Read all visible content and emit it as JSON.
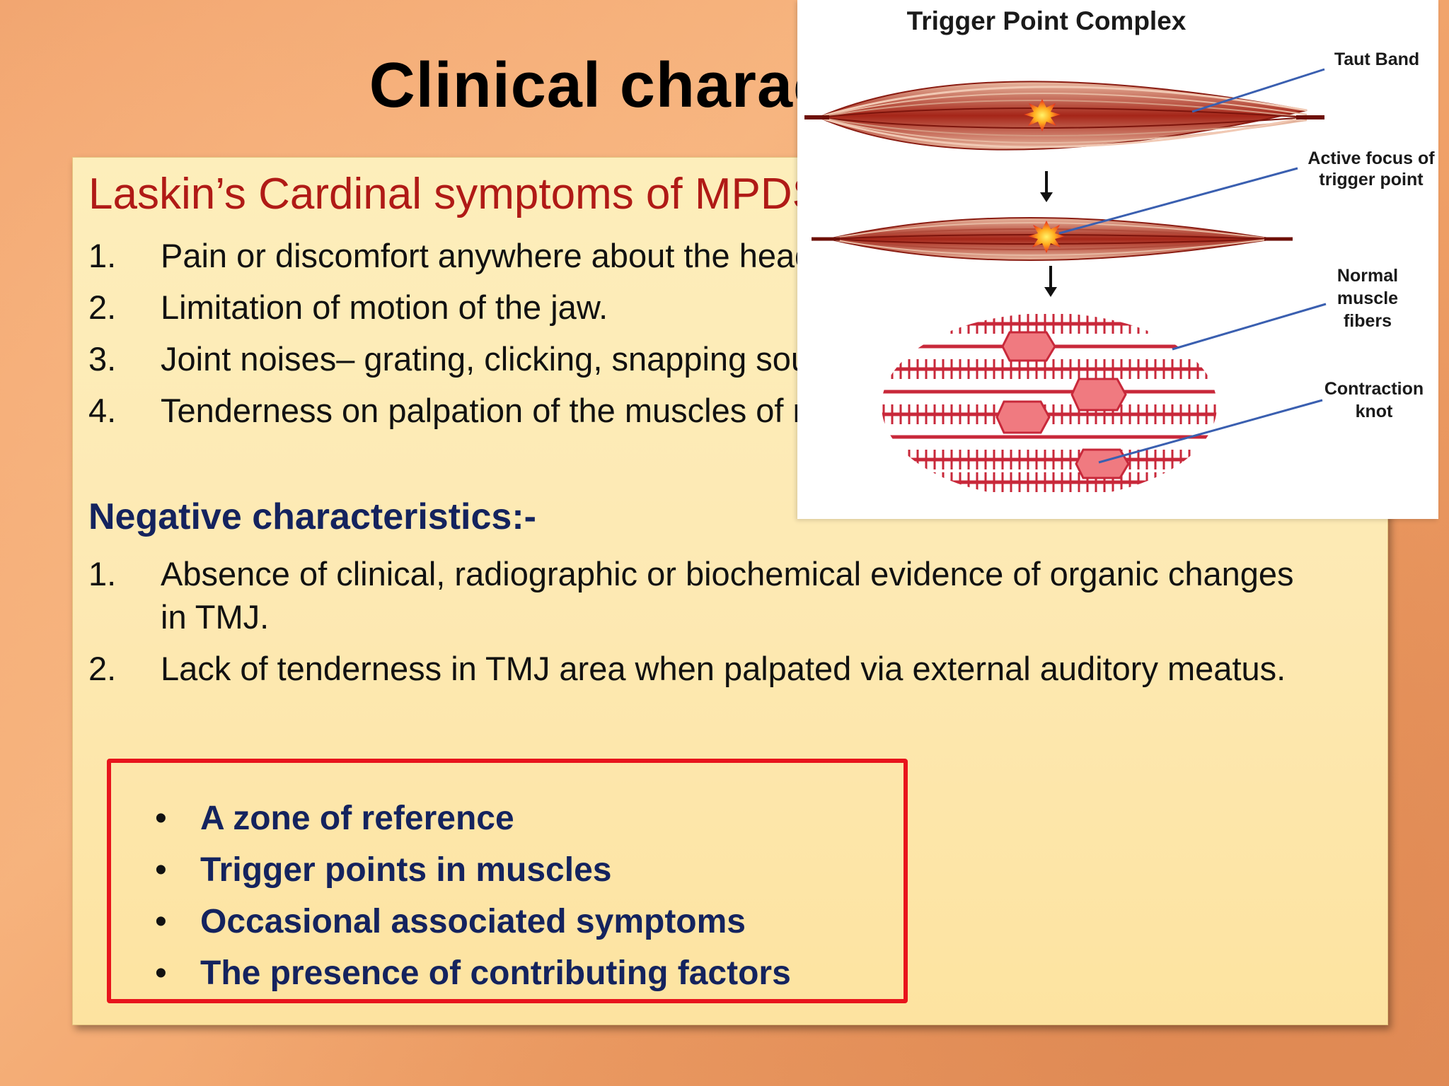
{
  "slide": {
    "title": "Clinical characteristics",
    "subtitle": "Laskin’s Cardinal symptoms of MPDS",
    "cardinal_symptoms": [
      {
        "num": "1.",
        "text": "Pain or discomfort anywhere about the head and neck."
      },
      {
        "num": "2.",
        "text": "Limitation of motion of the jaw."
      },
      {
        "num": "3.",
        "text": "Joint noises– grating, clicking, snapping sounds."
      },
      {
        "num": "4.",
        "text": "Tenderness on palpation of the muscles of mastication."
      }
    ],
    "negative_heading": "Negative characteristics:-",
    "negative_items": [
      {
        "num": "1.",
        "text": "Absence of clinical, radiographic or biochemical evidence of organic changes in TMJ."
      },
      {
        "num": "2.",
        "text": "Lack of tenderness in TMJ area when palpated via external auditory meatus."
      }
    ],
    "boxed_bullets": [
      "A zone of reference",
      "Trigger points in muscles",
      "Occasional associated symptoms",
      "The presence of contributing factors"
    ],
    "bullet_glyph": "•"
  },
  "figure": {
    "title": "Trigger Point Complex",
    "labels": {
      "taut_band": "Taut Band",
      "active_focus_line1": "Active focus of",
      "active_focus_line2": "trigger point",
      "normal_line1": "Normal",
      "normal_line2": "muscle",
      "normal_line3": "fibers",
      "knot_line1": "Contraction",
      "knot_line2": "knot"
    }
  },
  "colors": {
    "subtitle": "#b01a16",
    "heading_navy": "#14235e",
    "box_border": "#e8141c",
    "muscle": "#b0281e"
  }
}
